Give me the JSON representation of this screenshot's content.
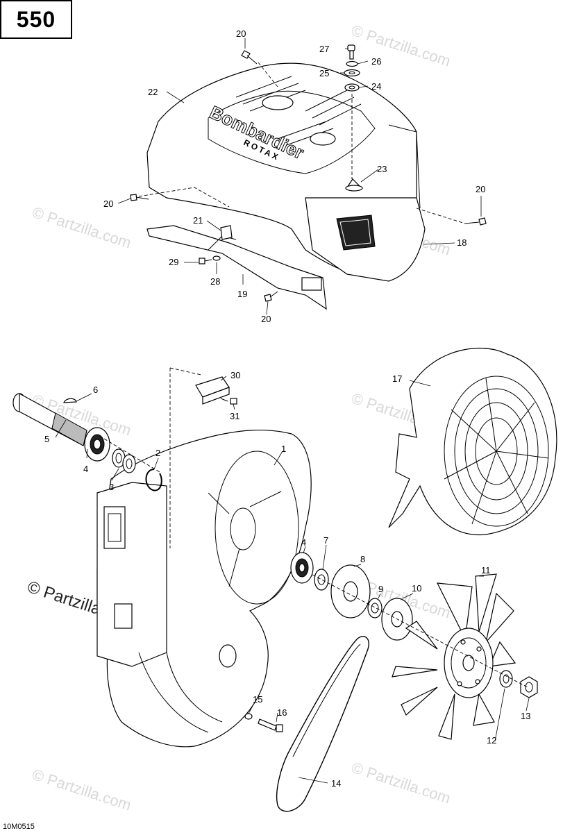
{
  "page_number": "550",
  "drawing_code": "10M0515",
  "brand_text": "Bombardier",
  "brand_subtext": "ROTAX",
  "watermark": "© Partzilla.com",
  "callouts": {
    "c1": "1",
    "c2": "2",
    "c3": "3",
    "c4a": "4",
    "c4b": "4",
    "c5": "5",
    "c6": "6",
    "c7": "7",
    "c8": "8",
    "c9": "9",
    "c10": "10",
    "c11": "11",
    "c12": "12",
    "c13": "13",
    "c14": "14",
    "c15": "15",
    "c16": "16",
    "c17": "17",
    "c18": "18",
    "c19": "19",
    "c20a": "20",
    "c20b": "20",
    "c20c": "20",
    "c20d": "20",
    "c21": "21",
    "c22": "22",
    "c23": "23",
    "c24": "24",
    "c25": "25",
    "c26": "26",
    "c27": "27",
    "c28": "28",
    "c29": "29",
    "c30": "30",
    "c31": "31"
  }
}
